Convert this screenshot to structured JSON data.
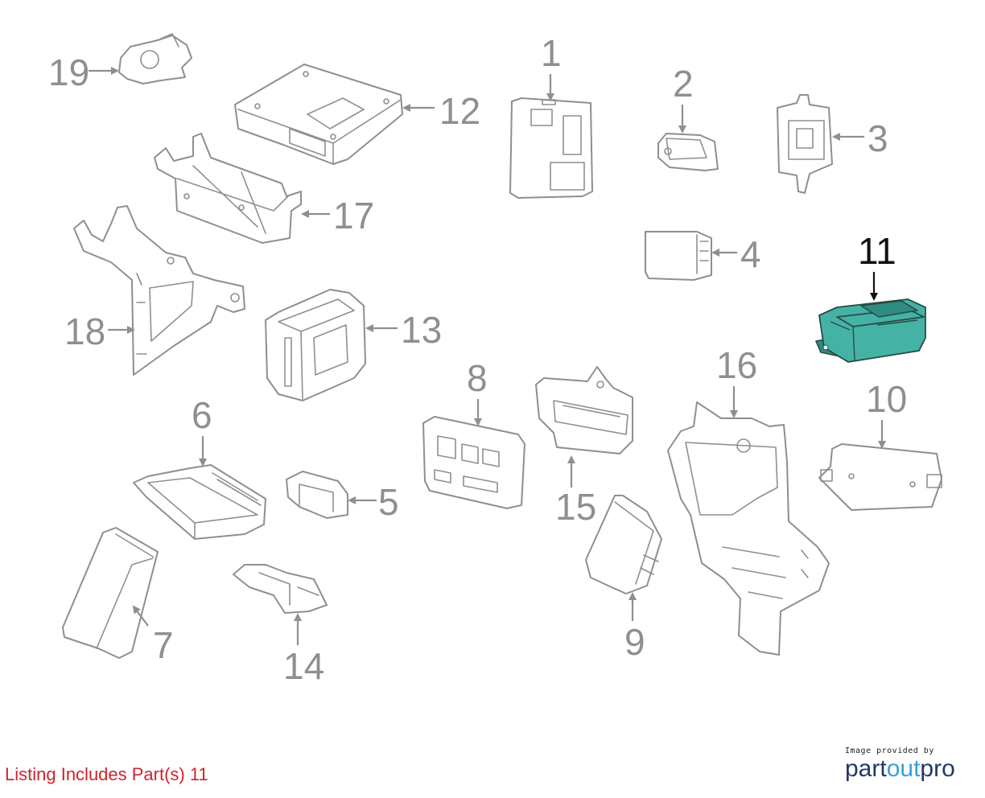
{
  "diagram": {
    "callouts": [
      {
        "id": "1",
        "label": "1"
      },
      {
        "id": "2",
        "label": "2"
      },
      {
        "id": "3",
        "label": "3"
      },
      {
        "id": "4",
        "label": "4"
      },
      {
        "id": "5",
        "label": "5"
      },
      {
        "id": "6",
        "label": "6"
      },
      {
        "id": "7",
        "label": "7"
      },
      {
        "id": "8",
        "label": "8"
      },
      {
        "id": "9",
        "label": "9"
      },
      {
        "id": "10",
        "label": "10"
      },
      {
        "id": "11",
        "label": "11"
      },
      {
        "id": "12",
        "label": "12"
      },
      {
        "id": "13",
        "label": "13"
      },
      {
        "id": "14",
        "label": "14"
      },
      {
        "id": "15",
        "label": "15"
      },
      {
        "id": "16",
        "label": "16"
      },
      {
        "id": "17",
        "label": "17"
      },
      {
        "id": "18",
        "label": "18"
      },
      {
        "id": "19",
        "label": "19"
      }
    ],
    "highlighted_part": "11",
    "highlight_color": "#44b3a6"
  },
  "footer": {
    "listing_text": "Listing Includes Part(s) 11",
    "listing_color": "#d0242b",
    "credit_line": "Image provided by",
    "brand_part1": "part",
    "brand_part2": "out",
    "brand_part3": "pro"
  }
}
